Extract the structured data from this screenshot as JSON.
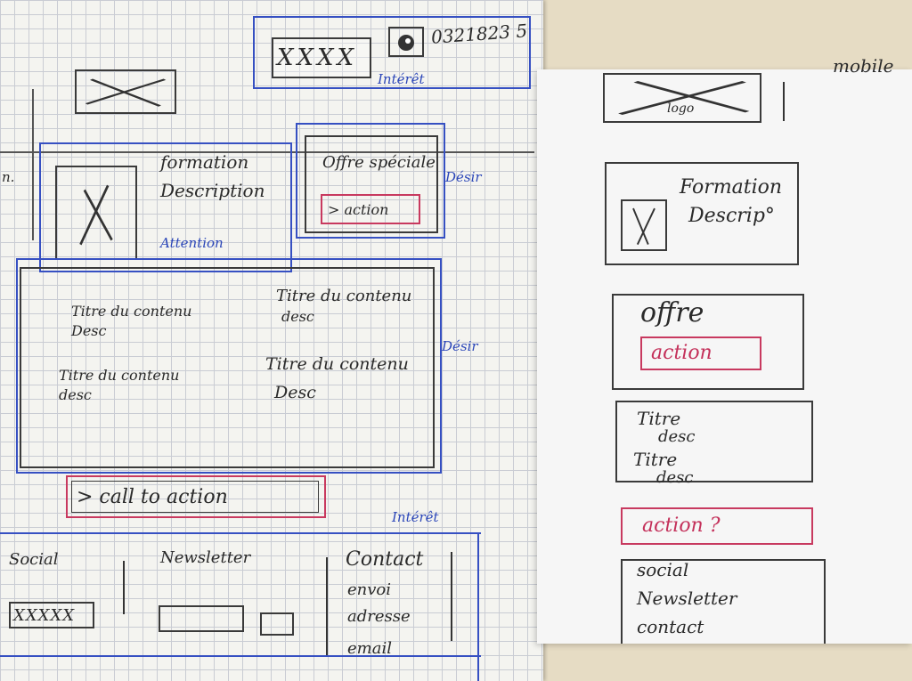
{
  "desktop": {
    "header": {
      "icons": "XXXX",
      "phone": "0321823 5",
      "label": "Intérêt"
    },
    "hero": {
      "title": "formation",
      "desc": "Description",
      "label": "Attention"
    },
    "offer": {
      "title": "Offre spéciale",
      "button": "> action",
      "label": "Désir"
    },
    "contents": {
      "label": "Désir",
      "items": [
        {
          "title": "Titre du contenu",
          "desc": "Desc"
        },
        {
          "title": "Titre du contenu",
          "desc": "desc"
        },
        {
          "title": "Titre du contenu",
          "desc": "desc"
        },
        {
          "title": "Titre du contenu",
          "desc": "Desc"
        }
      ]
    },
    "cta": "> call to action",
    "footer": {
      "label": "Intérêt",
      "social": "Social",
      "social_icons": "XXXXX",
      "newsletter": "Newsletter",
      "contact": "Contact",
      "contact_lines": [
        "envoi",
        "adresse",
        "email"
      ]
    }
  },
  "mobile": {
    "label": "mobile",
    "logo": "logo",
    "formation": "Formation",
    "descrip": "Descrip°",
    "offre": "offre",
    "action": "action",
    "items": [
      {
        "title": "Titre",
        "desc": "desc"
      },
      {
        "title": "Titre",
        "desc": "desc"
      }
    ],
    "action2": "action ?",
    "footer": [
      "social",
      "Newsletter",
      "contact"
    ]
  }
}
